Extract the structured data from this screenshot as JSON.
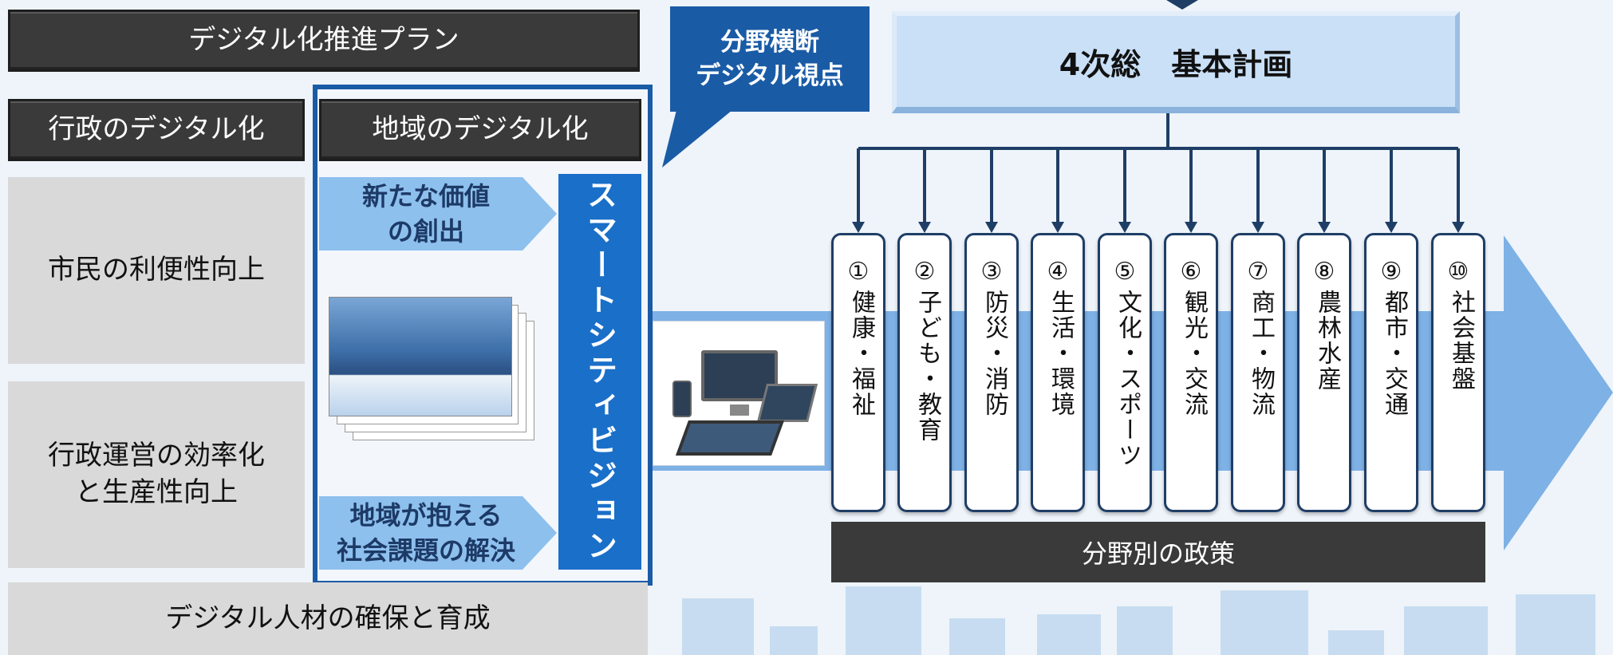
{
  "plan": {
    "title": "デジタル化推進プラン",
    "admin_digital": "行政のデジタル化",
    "regional_digital": "地域のデジタル化",
    "citizen_convenience": "市民の利便性向上",
    "admin_efficiency": "行政運営の効率化\nと生産性向上",
    "talent": "デジタル人材の確保と育成",
    "new_value": "新たな価値\nの創出",
    "social_issues": "地域が抱える\n社会課題の解決",
    "smart_city_vision": "スマートシティビジョン"
  },
  "callout": {
    "text": "分野横断\nデジタル視点"
  },
  "master_plan": {
    "title": "4次総　基本計画"
  },
  "fields": [
    {
      "number": "①",
      "label": "健康・福祉"
    },
    {
      "number": "②",
      "label": "子ども・教育"
    },
    {
      "number": "③",
      "label": "防災・消防"
    },
    {
      "number": "④",
      "label": "生活・環境"
    },
    {
      "number": "⑤",
      "label": "文化・スポーツ"
    },
    {
      "number": "⑥",
      "label": "観光・交流"
    },
    {
      "number": "⑦",
      "label": "商工・物流"
    },
    {
      "number": "⑧",
      "label": "農林水産"
    },
    {
      "number": "⑨",
      "label": "都市・交通"
    },
    {
      "number": "⑩",
      "label": "社会基盤"
    }
  ],
  "policies_by_field": "分野別の政策",
  "colors": {
    "dark_box": "#3a3a3a",
    "navy": "#1f3e66",
    "blue_frame": "#1a5ba6",
    "vision_blue": "#1a6fc9",
    "light_arrow": "#8ec0ee",
    "big_arrow": "#6aa5e0",
    "master_plan_bg": "#c9e0f7"
  }
}
